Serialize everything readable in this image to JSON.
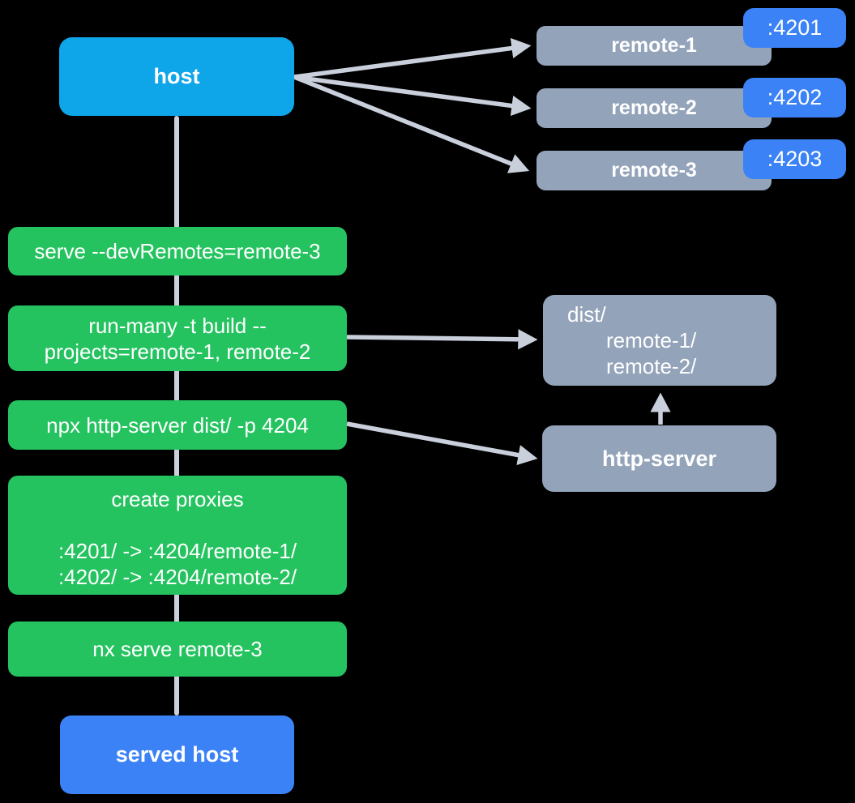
{
  "colors": {
    "background": "#000000",
    "host_box": "#0ea5e9",
    "remote_box": "#93a3ba",
    "port_badge": "#3b82f6",
    "command_box": "#25c360",
    "served_host_box": "#3b82f6",
    "connector": "#c9d0dc",
    "text": "#ffffff"
  },
  "host": {
    "label": "host"
  },
  "remotes": [
    {
      "label": "remote-1",
      "port": ":4201"
    },
    {
      "label": "remote-2",
      "port": ":4202"
    },
    {
      "label": "remote-3",
      "port": ":4203"
    }
  ],
  "commands": [
    {
      "lines": [
        "serve --devRemotes=remote-3"
      ]
    },
    {
      "lines": [
        "run-many -t build --",
        "projects=remote-1, remote-2"
      ]
    },
    {
      "lines": [
        "npx http-server dist/ -p 4204"
      ]
    },
    {
      "lines": [
        "create proxies",
        "",
        ":4201/ -> :4204/remote-1/",
        ":4202/ -> :4204/remote-2/"
      ]
    },
    {
      "lines": [
        "nx serve remote-3"
      ]
    }
  ],
  "dist_box": {
    "title": "dist/",
    "entries": [
      "remote-1/",
      "remote-2/"
    ]
  },
  "http_server": {
    "label": "http-server"
  },
  "served_host": {
    "label": "served host"
  }
}
